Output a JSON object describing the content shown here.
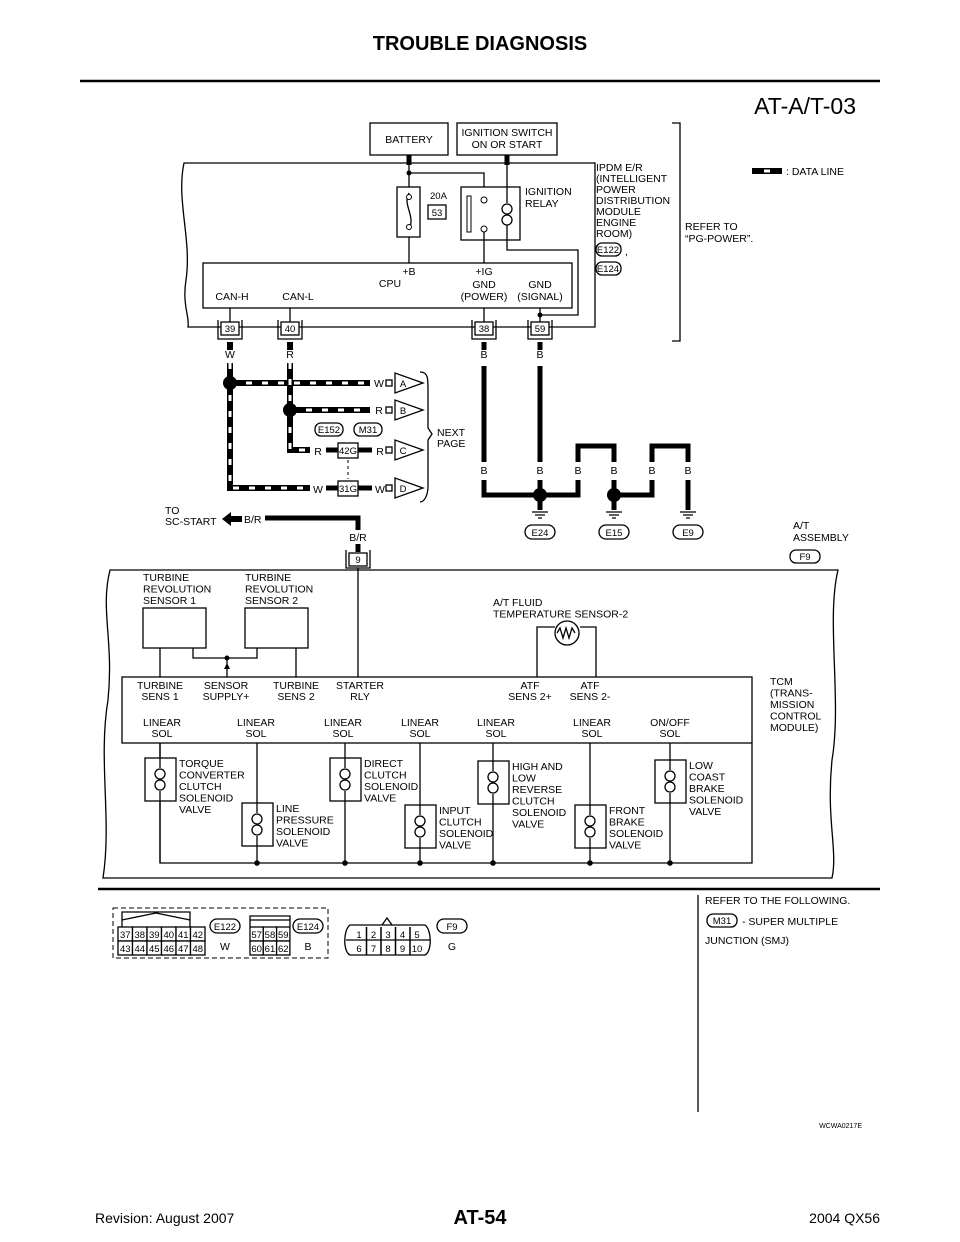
{
  "header": {
    "title": "TROUBLE DIAGNOSIS",
    "diagram_id": "AT-A/T-03"
  },
  "power": {
    "battery": "BATTERY",
    "ignition_switch": [
      "IGNITION SWITCH",
      "ON OR START"
    ],
    "fuse_rating": "20A",
    "fuse_number": "53",
    "ignition_relay": [
      "IGNITION",
      "RELAY"
    ],
    "cpu": {
      "b": "+B",
      "cpu": "CPU",
      "ig": "+IG",
      "gnd_power": [
        "GND",
        "(POWER)"
      ],
      "gnd_signal": [
        "GND",
        "(SIGNAL)"
      ],
      "can_h": "CAN-H",
      "can_l": "CAN-L"
    },
    "pins": [
      "39",
      "40",
      "38",
      "59"
    ],
    "ipdm_label": [
      "IPDM E/R",
      "(INTELLIGENT",
      "POWER",
      "DISTRIBUTION",
      "MODULE",
      "ENGINE",
      "ROOM)"
    ],
    "ipdm_connectors": [
      "E122",
      "E124"
    ],
    "ipdm_sep": ",",
    "refer": [
      "REFER TO",
      "“PG-POWER”."
    ],
    "legend": ": DATA LINE"
  },
  "wiring": {
    "wire_w": "W",
    "wire_r": "R",
    "wire_b": "B",
    "wire_br": "B/R",
    "next_page_arrows": [
      "A",
      "B",
      "C",
      "D"
    ],
    "junction_connectors": [
      "E152",
      "M31"
    ],
    "joint_pins": [
      "42G",
      "31G"
    ],
    "next_page": [
      "NEXT",
      "PAGE"
    ],
    "grounds": [
      "E24",
      "E15",
      "E9"
    ],
    "to_sc_start": [
      "TO",
      "SC-START"
    ],
    "tcm_pin": "9",
    "at_assembly": [
      "A/T",
      "ASSEMBLY"
    ],
    "at_connector": "F9"
  },
  "tcm": {
    "turbine1": [
      "TURBINE",
      "REVOLUTION",
      "SENSOR 1"
    ],
    "turbine2": [
      "TURBINE",
      "REVOLUTION",
      "SENSOR 2"
    ],
    "atf_sensor": [
      "A/T FLUID",
      "TEMPERATURE SENSOR-2"
    ],
    "terminals_top": [
      [
        "TURBINE",
        "SENS 1"
      ],
      [
        "SENSOR",
        "SUPPLY+"
      ],
      [
        "TURBINE",
        "SENS 2"
      ],
      [
        "STARTER",
        "RLY"
      ],
      [
        "ATF",
        "SENS 2+"
      ],
      [
        "ATF",
        "SENS 2-"
      ]
    ],
    "terminals_bottom": [
      [
        "LINEAR",
        "SOL"
      ],
      [
        "LINEAR",
        "SOL"
      ],
      [
        "LINEAR",
        "SOL"
      ],
      [
        "LINEAR",
        "SOL"
      ],
      [
        "LINEAR",
        "SOL"
      ],
      [
        "LINEAR",
        "SOL"
      ],
      [
        "ON/OFF",
        "SOL"
      ]
    ],
    "module_label": [
      "TCM",
      "(TRANS-",
      "MISSION",
      "CONTROL",
      "MODULE)"
    ],
    "solenoids": [
      [
        "TORQUE",
        "CONVERTER",
        "CLUTCH",
        "SOLENOID",
        "VALVE"
      ],
      [
        "LINE",
        "PRESSURE",
        "SOLENOID",
        "VALVE"
      ],
      [
        "DIRECT",
        "CLUTCH",
        "SOLENOID",
        "VALVE"
      ],
      [
        "INPUT",
        "CLUTCH",
        "SOLENOID",
        "VALVE"
      ],
      [
        "HIGH AND",
        "LOW",
        "REVERSE",
        "CLUTCH",
        "SOLENOID",
        "VALVE"
      ],
      [
        "FRONT",
        "BRAKE",
        "SOLENOID",
        "VALVE"
      ],
      [
        "LOW",
        "COAST",
        "BRAKE",
        "SOLENOID",
        "VALVE"
      ]
    ]
  },
  "connectors": {
    "e122": {
      "id": "E122",
      "color": "W",
      "pins": [
        [
          "37",
          "38",
          "39",
          "40",
          "41",
          "42"
        ],
        [
          "43",
          "44",
          "45",
          "46",
          "47",
          "48"
        ]
      ]
    },
    "e124": {
      "id": "E124",
      "color": "B",
      "pins": [
        [
          "57",
          "58",
          "59"
        ],
        [
          "60",
          "61",
          "62"
        ]
      ]
    },
    "f9": {
      "id": "F9",
      "color": "G",
      "pins": [
        [
          "1",
          "2",
          "3",
          "4",
          "5"
        ],
        [
          "6",
          "7",
          "8",
          "9",
          "10"
        ]
      ]
    },
    "refer": {
      "title": "REFER TO THE FOLLOWING.",
      "id": "M31",
      "desc": "- SUPER MULTIPLE",
      "desc2": "JUNCTION (SMJ)"
    }
  },
  "figure_code": "WCWA0217E",
  "footer": {
    "page": "AT-54",
    "revision": "Revision: August 2007",
    "model": "2004 QX56"
  }
}
